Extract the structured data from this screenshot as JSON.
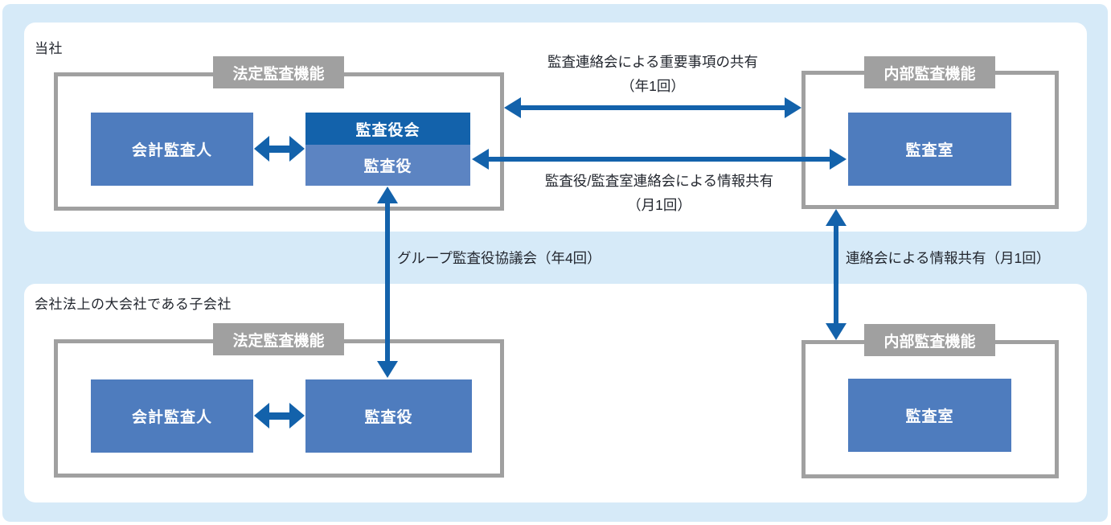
{
  "colors": {
    "background": "#d6eaf8",
    "panel": "#ffffff",
    "frame_gray": "#a0a0a0",
    "box_blue": "#4e7cbe",
    "box_blue_light": "#5c84c2",
    "accent_blue": "#1362ab",
    "text_dark": "#23272f"
  },
  "company": {
    "title": "当社",
    "statutory": {
      "tag": "法定監査機能",
      "accounting_auditor": "会計監査人",
      "audit_board": "監査役会",
      "auditor": "監査役"
    },
    "internal": {
      "tag": "内部監査機能",
      "audit_office": "監査室"
    }
  },
  "subsidiary": {
    "title": "会社法上の大会社である子会社",
    "statutory": {
      "tag": "法定監査機能",
      "accounting_auditor": "会計監査人",
      "auditor": "監査役"
    },
    "internal": {
      "tag": "内部監査機能",
      "audit_office": "監査室"
    }
  },
  "connections": {
    "audit_liaison": {
      "line1": "監査連絡会による重要事項の共有",
      "line2": "（年1回）"
    },
    "info_sharing": {
      "line1": "監査役/監査室連絡会による情報共有",
      "line2": "（月1回）"
    },
    "group_council": {
      "label": "グループ監査役協議会（年4回）"
    },
    "liaison_info": {
      "label": "連絡会による情報共有（月1回）"
    }
  }
}
